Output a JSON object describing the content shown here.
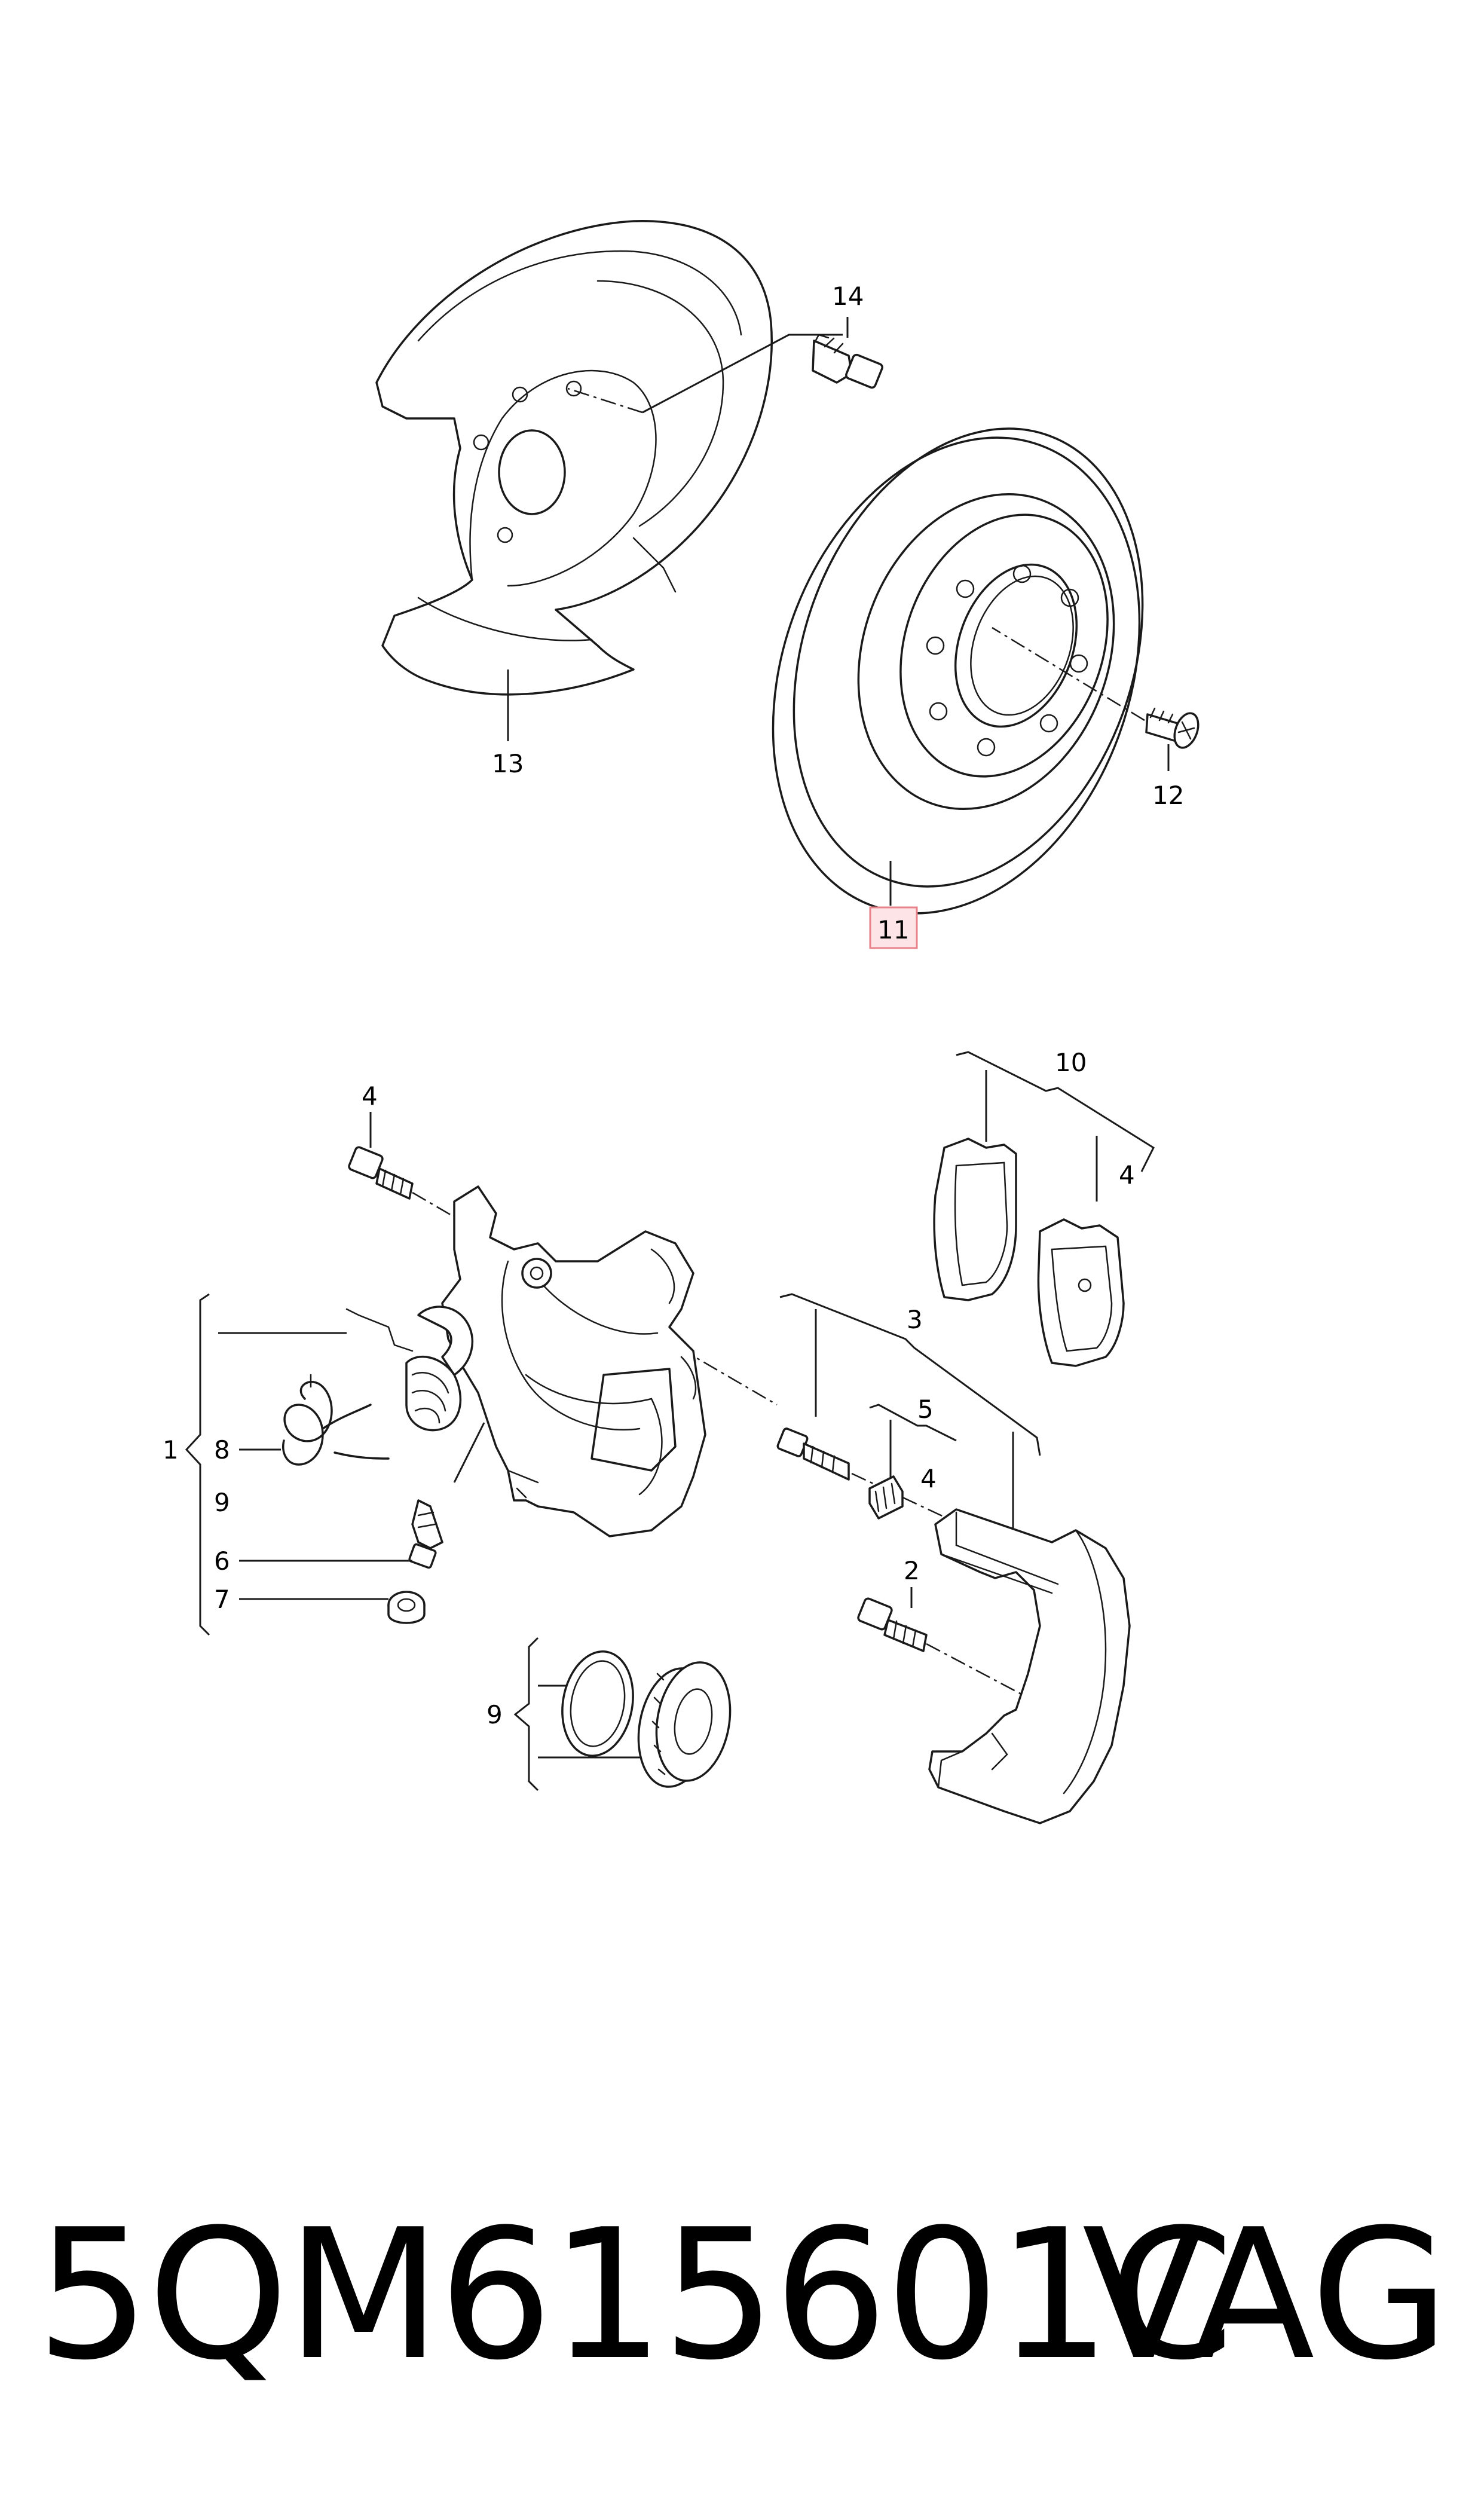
{
  "labels": {
    "l14": "14",
    "l13": "13",
    "l12": "12",
    "l11": "11",
    "l10": "10",
    "l4_top": "4",
    "l4_pads": "4",
    "l3": "3",
    "l5": "5",
    "l4_bush": "4",
    "l2": "2",
    "l1": "1",
    "l8": "8",
    "l9_group": "9",
    "l6": "6",
    "l7": "7",
    "l9_kit": "9"
  },
  "highlight": {
    "part": "11",
    "fill": "#fde4e6",
    "stroke": "#e8838c"
  },
  "footer": {
    "part_number": "5QM615601C",
    "brand": "VAG"
  }
}
